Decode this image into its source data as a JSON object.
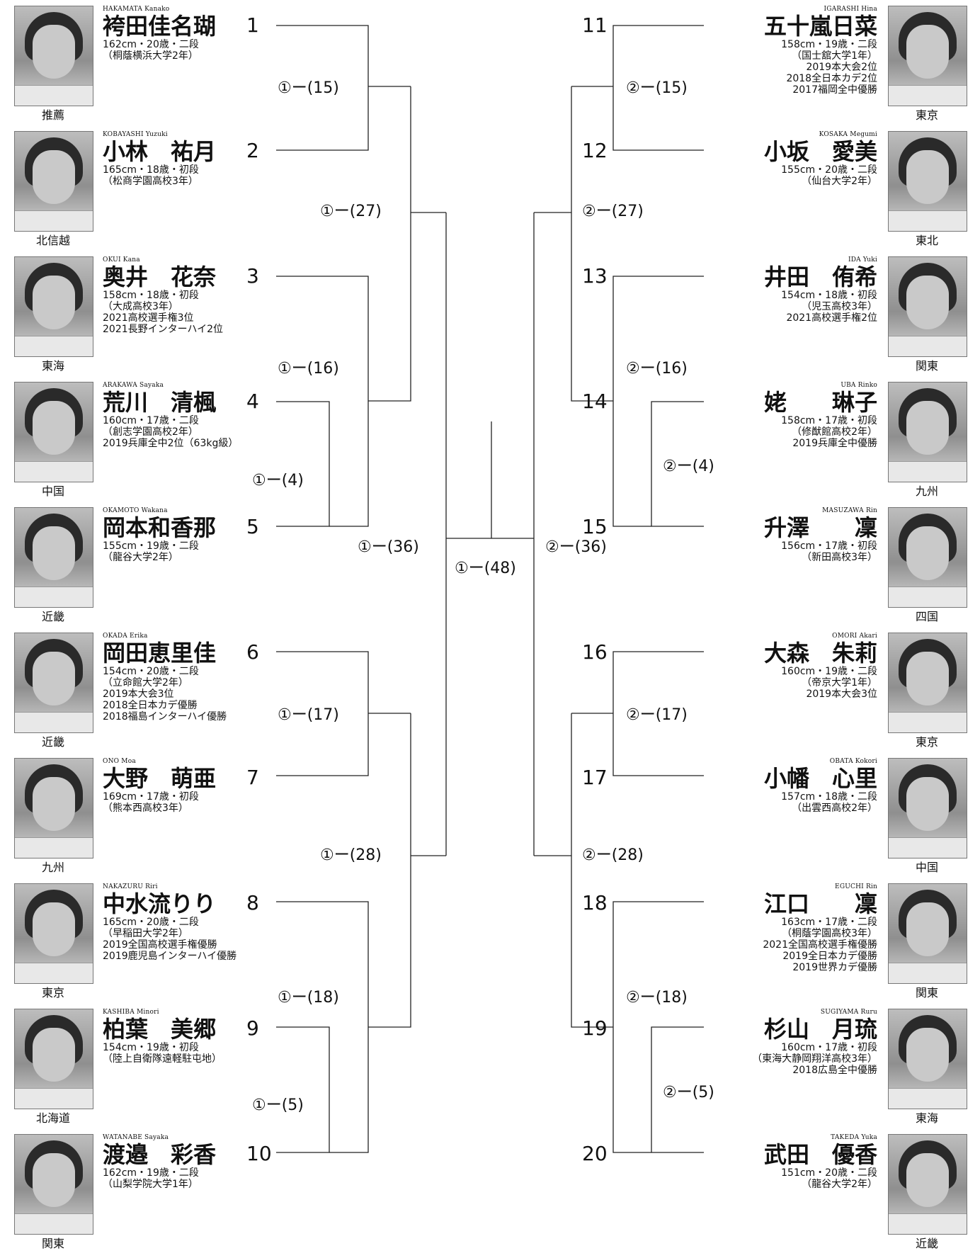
{
  "left_players": [
    {
      "seed": "1",
      "romaji": "HAKAMATA Kanako",
      "name": "袴田佳名瑚",
      "details": [
        "162cm・20歳・二段",
        "（桐蔭横浜大学2年）"
      ],
      "region": "推薦"
    },
    {
      "seed": "2",
      "romaji": "KOBAYASHI Yuzuki",
      "name": "小林　祐月",
      "details": [
        "165cm・18歳・初段",
        "（松商学園高校3年）"
      ],
      "region": "北信越"
    },
    {
      "seed": "3",
      "romaji": "OKUI Kana",
      "name": "奥井　花奈",
      "details": [
        "158cm・18歳・初段",
        "（大成高校3年）",
        "2021高校選手権3位",
        "2021長野インターハイ2位"
      ],
      "region": "東海"
    },
    {
      "seed": "4",
      "romaji": "ARAKAWA Sayaka",
      "name": "荒川　清楓",
      "details": [
        "160cm・17歳・二段",
        "（創志学園高校2年）",
        "2019兵庫全中2位（63kg級）"
      ],
      "region": "中国"
    },
    {
      "seed": "5",
      "romaji": "OKAMOTO Wakana",
      "name": "岡本和香那",
      "details": [
        "155cm・19歳・二段",
        "（龍谷大学2年）"
      ],
      "region": "近畿"
    },
    {
      "seed": "6",
      "romaji": "OKADA Erika",
      "name": "岡田恵里佳",
      "details": [
        "154cm・20歳・二段",
        "（立命館大学2年）",
        "2019本大会3位",
        "2018全日本カデ優勝",
        "2018福島インターハイ優勝"
      ],
      "region": "近畿"
    },
    {
      "seed": "7",
      "romaji": "ONO Moa",
      "name": "大野　萌亜",
      "details": [
        "169cm・17歳・初段",
        "（熊本西高校3年）"
      ],
      "region": "九州"
    },
    {
      "seed": "8",
      "romaji": "NAKAZURU Riri",
      "name": "中水流りり",
      "details": [
        "165cm・20歳・二段",
        "（早稲田大学2年）",
        "2019全国高校選手権優勝",
        "2019鹿児島インターハイ優勝"
      ],
      "region": "東京"
    },
    {
      "seed": "9",
      "romaji": "KASHIBA Minori",
      "name": "柏葉　美郷",
      "details": [
        "154cm・19歳・初段",
        "（陸上自衛隊遠軽駐屯地）"
      ],
      "region": "北海道"
    },
    {
      "seed": "10",
      "romaji": "WATANABE Sayaka",
      "name": "渡邉　彩香",
      "details": [
        "162cm・19歳・二段",
        "（山梨学院大学1年）"
      ],
      "region": "関東"
    }
  ],
  "right_players": [
    {
      "seed": "11",
      "romaji": "IGARASHI Hina",
      "name": "五十嵐日菜",
      "details": [
        "158cm・19歳・二段",
        "（国士舘大学1年）",
        "2019本大会2位",
        "2018全日本カデ2位",
        "2017福岡全中優勝"
      ],
      "region": "東京"
    },
    {
      "seed": "12",
      "romaji": "KOSAKA Megumi",
      "name": "小坂　愛美",
      "details": [
        "155cm・20歳・二段",
        "（仙台大学2年）"
      ],
      "region": "東北"
    },
    {
      "seed": "13",
      "romaji": "IDA Yuki",
      "name": "井田　侑希",
      "details": [
        "154cm・18歳・初段",
        "（児玉高校3年）",
        "2021高校選手権2位"
      ],
      "region": "関東"
    },
    {
      "seed": "14",
      "romaji": "UBA Rinko",
      "name": "姥　　琳子",
      "details": [
        "158cm・17歳・初段",
        "（修猷館高校2年）",
        "2019兵庫全中優勝"
      ],
      "region": "九州"
    },
    {
      "seed": "15",
      "romaji": "MASUZAWA Rin",
      "name": "升澤　　凜",
      "details": [
        "156cm・17歳・初段",
        "（新田高校3年）"
      ],
      "region": "四国"
    },
    {
      "seed": "16",
      "romaji": "OMORI Akari",
      "name": "大森　朱莉",
      "details": [
        "160cm・19歳・二段",
        "（帝京大学1年）",
        "2019本大会3位"
      ],
      "region": "東京"
    },
    {
      "seed": "17",
      "romaji": "OBATA Kokori",
      "name": "小幡　心里",
      "details": [
        "157cm・18歳・二段",
        "（出雲西高校2年）"
      ],
      "region": "中国"
    },
    {
      "seed": "18",
      "romaji": "EGUCHI Rin",
      "name": "江口　　凜",
      "details": [
        "163cm・17歳・二段",
        "（桐蔭学園高校3年）",
        "2021全国高校選手権優勝",
        "2019全日本カデ優勝",
        "2019世界カデ優勝"
      ],
      "region": "関東"
    },
    {
      "seed": "19",
      "romaji": "SUGIYAMA Ruru",
      "name": "杉山　月琉",
      "details": [
        "160cm・17歳・初段",
        "（東海大静岡翔洋高校3年）",
        "2018広島全中優勝"
      ],
      "region": "東海"
    },
    {
      "seed": "20",
      "romaji": "TAKEDA Yuka",
      "name": "武田　優香",
      "details": [
        "151cm・20歳・二段",
        "（龍谷大学2年）"
      ],
      "region": "近畿"
    }
  ],
  "matches": {
    "l1": "①ー(15)",
    "l2": "①ー(16)",
    "l3": "①ー(4)",
    "l4": "①ー(17)",
    "l5": "①ー(18)",
    "l6": "①ー(5)",
    "l7": "①ー(27)",
    "l8": "①ー(28)",
    "l9": "①ー(36)",
    "final": "①ー(48)",
    "r1": "②ー(15)",
    "r2": "②ー(16)",
    "r3": "②ー(4)",
    "r4": "②ー(17)",
    "r5": "②ー(18)",
    "r6": "②ー(5)",
    "r7": "②ー(27)",
    "r8": "②ー(28)",
    "r9": "②ー(36)"
  },
  "colors": {
    "line": "#222222",
    "photo_bg": "#a8a8a8"
  }
}
